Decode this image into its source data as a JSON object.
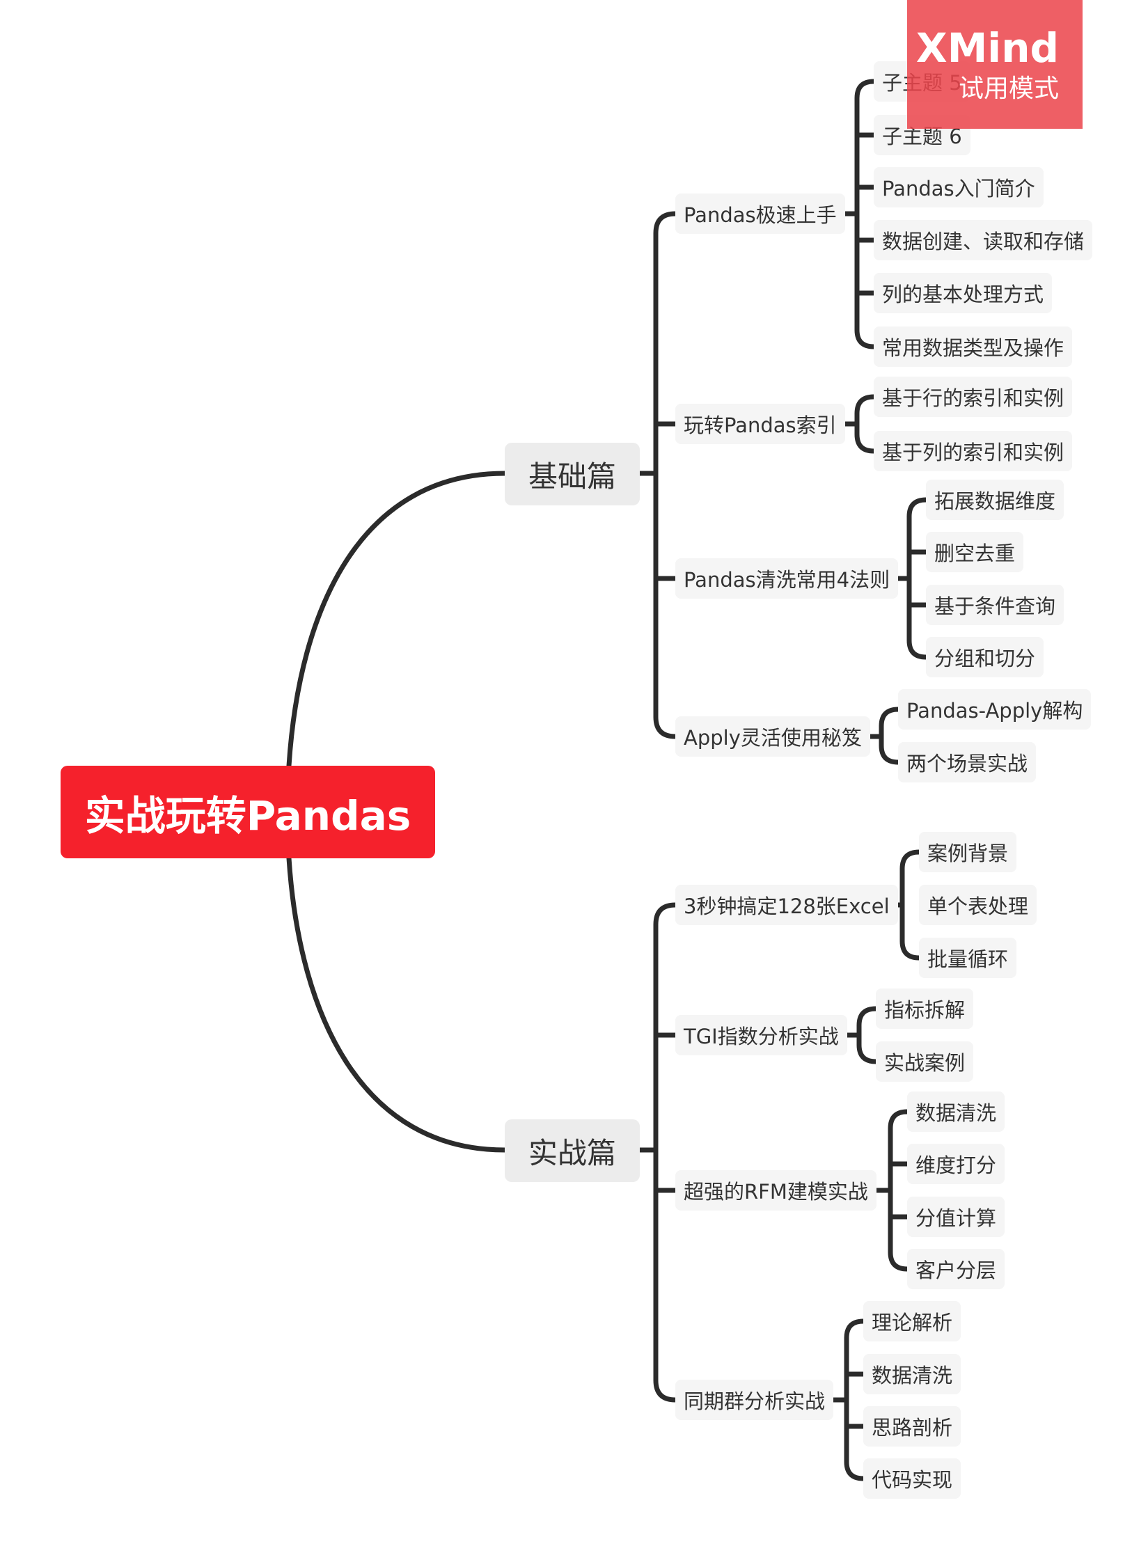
{
  "central_topic": "实战玩转Pandas",
  "watermark": {
    "brand": "XMind",
    "mode": "试用模式"
  },
  "branches": [
    {
      "label": "基础篇",
      "children": [
        {
          "label": "Pandas极速上手",
          "children": [
            "子主题 5",
            "子主题 6",
            "Pandas入门简介",
            "数据创建、读取和存储",
            "列的基本处理方式",
            "常用数据类型及操作"
          ]
        },
        {
          "label": "玩转Pandas索引",
          "children": [
            "基于行的索引和实例",
            "基于列的索引和实例"
          ]
        },
        {
          "label": "Pandas清洗常用4法则",
          "children": [
            "拓展数据维度",
            "删空去重",
            "基于条件查询",
            "分组和切分"
          ]
        },
        {
          "label": "Apply灵活使用秘笈",
          "children": [
            "Pandas-Apply解构",
            "两个场景实战"
          ]
        }
      ]
    },
    {
      "label": "实战篇",
      "children": [
        {
          "label": "3秒钟搞定128张Excel",
          "children": [
            "案例背景",
            "单个表处理",
            "批量循环"
          ]
        },
        {
          "label": "TGI指数分析实战",
          "children": [
            "指标拆解",
            "实战案例"
          ]
        },
        {
          "label": "超强的RFM建模实战",
          "children": [
            "数据清洗",
            "维度打分",
            "分值计算",
            "客户分层"
          ]
        },
        {
          "label": "同期群分析实战",
          "children": [
            "理论解析",
            "数据清洗",
            "思路剖析",
            "代码实现"
          ]
        }
      ]
    }
  ]
}
